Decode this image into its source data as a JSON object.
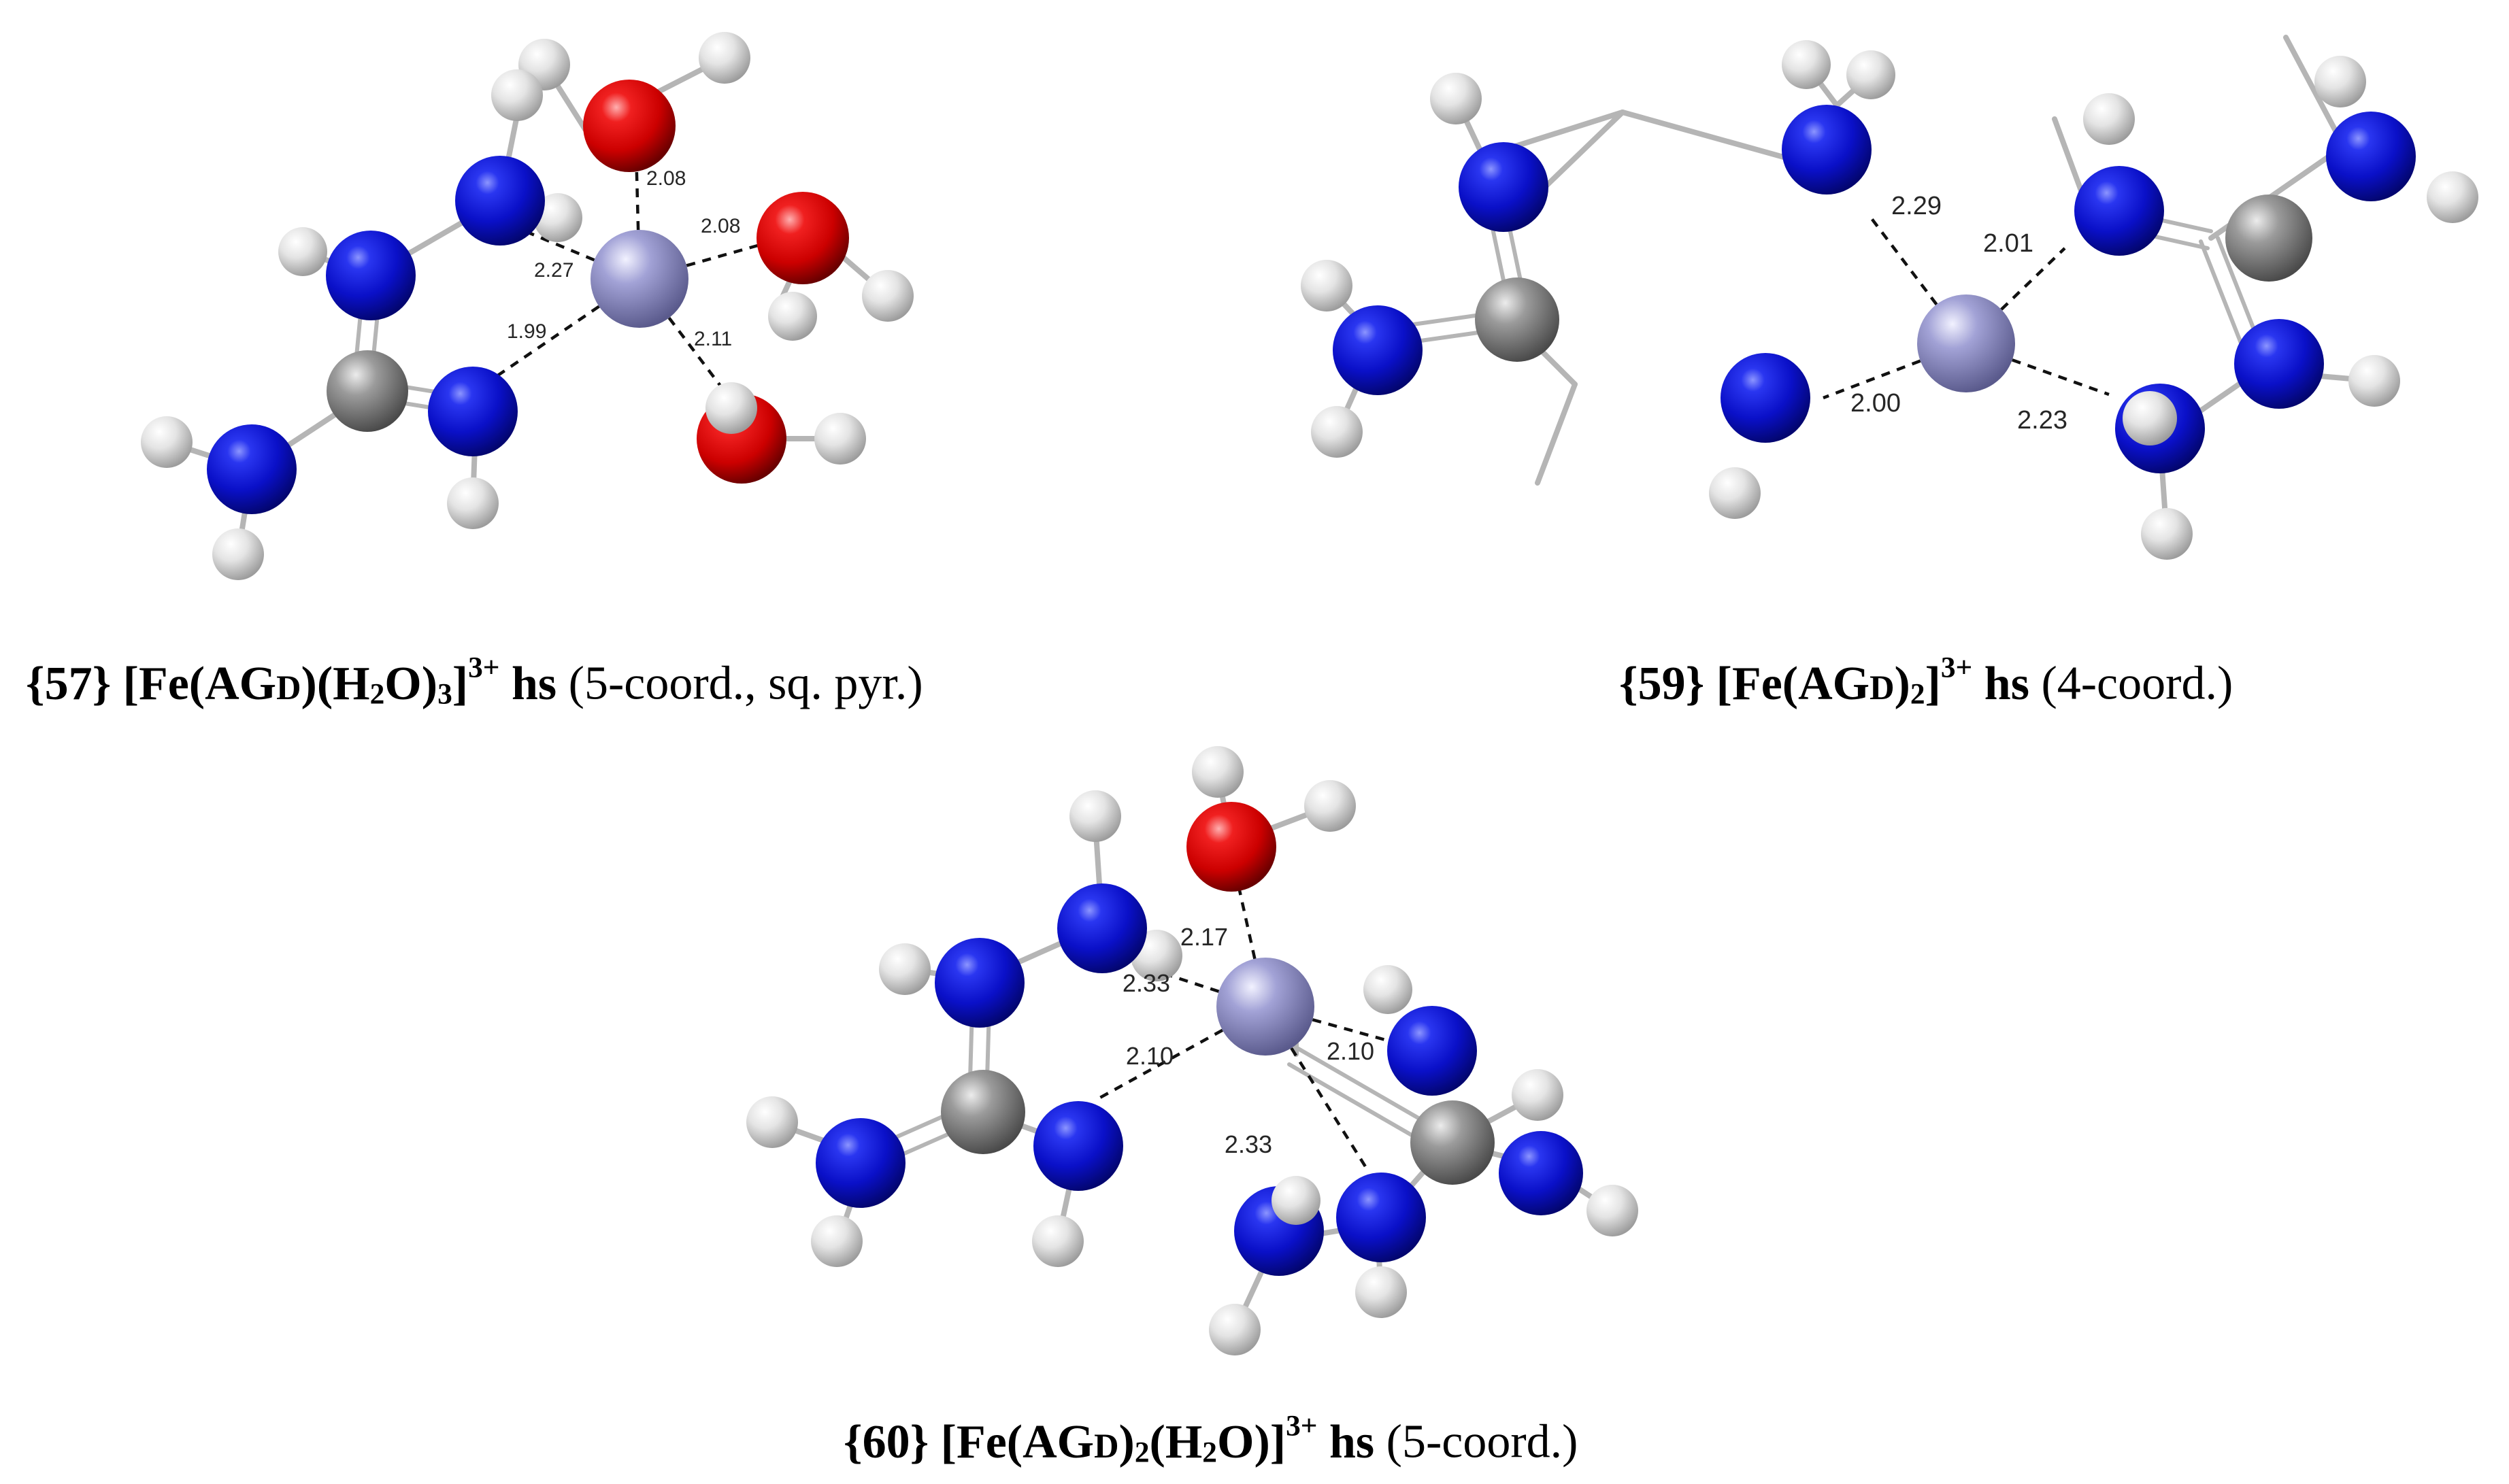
{
  "colors": {
    "nitrogen": "#0a12d6",
    "carbon": "#8a8a8a",
    "hydrogen": "#e9e9e9",
    "oxygen": "#e60f0f",
    "iron": "#9898cc",
    "bond": "#b5b5b5",
    "coordination": "#111111"
  },
  "structures": [
    {
      "id": "57",
      "caption": {
        "id": "{57}",
        "formula_pre": "[Fe(AG",
        "subscript_d": "D",
        "formula_mid1": ")(H",
        "sub_2": "2",
        "formula_mid2": "O)",
        "sub_3": "3",
        "formula_end": "]",
        "charge": "3+",
        "spin": "hs",
        "geometry": "(5-coord., sq. pyr.)"
      },
      "distances": [
        "2.08",
        "2.08",
        "2.27",
        "1.99",
        "2.11"
      ]
    },
    {
      "id": "59",
      "caption": {
        "id": "{59}",
        "formula_pre": "[Fe(AG",
        "subscript_d": "D",
        "formula_mid1": ")",
        "sub_2": "2",
        "formula_end": "]",
        "charge": "3+",
        "spin": "hs",
        "geometry": "(4-coord.)"
      },
      "distances": [
        "2.29",
        "2.01",
        "2.00",
        "2.23"
      ]
    },
    {
      "id": "60",
      "caption": {
        "id": "{60}",
        "formula_pre": "[Fe(AG",
        "subscript_d": "D",
        "formula_mid1": ")",
        "sub_2": "2",
        "formula_mid2": "(H",
        "sub_2b": "2",
        "formula_end": "O)]",
        "charge": "3+",
        "spin": "hs",
        "geometry": "(5-coord.)"
      },
      "distances": [
        "2.17",
        "2.33",
        "2.10",
        "2.10",
        "2.33"
      ]
    }
  ]
}
